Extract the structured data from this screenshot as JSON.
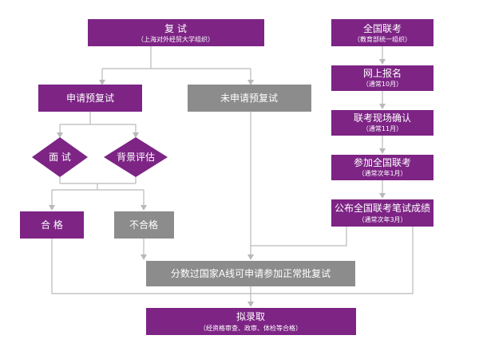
{
  "colors": {
    "purple": "#7d2485",
    "gray": "#8c8c8c",
    "line": "#b9b9b9",
    "text": "#ffffff"
  },
  "nodes": {
    "retest": {
      "title": "复 试",
      "subtitle": "（上海对外经贸大学组织）"
    },
    "pre_apply": {
      "title": "申请预复试"
    },
    "no_pre_apply": {
      "title": "未申请预复试"
    },
    "interview": {
      "title": "面 试"
    },
    "background_eval": {
      "title": "背景评估"
    },
    "pass": {
      "title": "合 格"
    },
    "fail": {
      "title": "不合格"
    },
    "joint_exam": {
      "title": "全国联考",
      "subtitle": "（教育部统一组织）"
    },
    "online_registration": {
      "title": "网上报名",
      "subtitle": "（通常10月）"
    },
    "onsite_confirmation": {
      "title": "联考现场确认",
      "subtitle": "（通常11月）"
    },
    "attend_exam": {
      "title": "参加全国联考",
      "subtitle": "（通常次年1月）"
    },
    "publish_scores": {
      "title": "公布全国联考笔试成绩",
      "subtitle": "（通常次年3月）"
    },
    "national_line_retest": {
      "title": "分数过国家A线可申请参加正常批复试"
    },
    "admission": {
      "title": "拟录取",
      "subtitle": "（经资格审查、政审、体检等合格）"
    }
  }
}
